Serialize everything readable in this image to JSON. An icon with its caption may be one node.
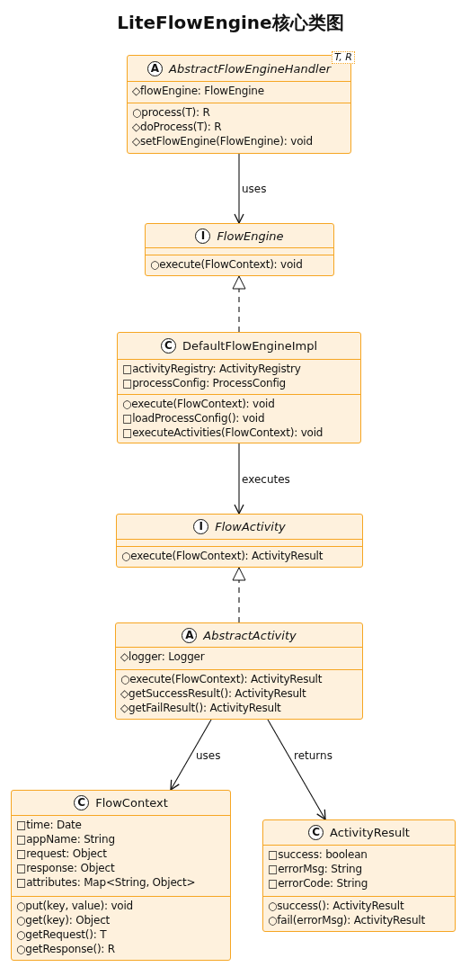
{
  "diagram": {
    "title": "LiteFlowEngine核心类图",
    "nodes": [
      {
        "text": [
          "A",
          "AbstractFlowEngineHandler"
        ],
        "beside": [
          "T, R"
        ]
      },
      {
        "text": [
          "◇flowEngine: FlowEngine"
        ],
        "in": 0
      },
      {
        "text": [
          "○process(T): R",
          "◇doProcess(T): R",
          "◇setFlowEngine(FlowEngine): void"
        ],
        "in": 0
      },
      {
        "text": [
          "I",
          "FlowEngine"
        ]
      },
      {
        "text": [],
        "shape": "box",
        "in": 3
      },
      {
        "text": [
          "○execute(FlowContext): void"
        ],
        "in": 3
      },
      {
        "text": [
          "C",
          "DefaultFlowEngineImpl"
        ]
      },
      {
        "text": [
          "□activityRegistry: ActivityRegistry",
          "□processConfig: ProcessConfig"
        ],
        "in": 6
      },
      {
        "text": [
          "○execute(FlowContext): void",
          "□loadProcessConfig(): void",
          "□executeActivities(FlowContext): void"
        ],
        "in": 6
      },
      {
        "text": [
          "I",
          "FlowActivity"
        ]
      },
      {
        "text": [],
        "shape": "box",
        "in": 9
      },
      {
        "text": [
          "○execute(FlowContext): ActivityResult"
        ],
        "in": 9
      },
      {
        "text": [
          "A",
          "AbstractActivity"
        ]
      },
      {
        "text": [
          "◇logger: Logger"
        ],
        "in": 12
      },
      {
        "text": [
          "○execute(FlowContext): ActivityResult",
          "◇getSuccessResult(): ActivityResult",
          "◇getFailResult(): ActivityResult"
        ],
        "in": 12
      },
      {
        "text": [
          "C",
          "FlowContext"
        ]
      },
      {
        "text": [
          "□time: Date",
          "□appName: String",
          "□request: Object",
          "□response: Object",
          "□attributes: Map<String, Object>"
        ],
        "in": 15
      },
      {
        "text": [
          "○put(key, value): void",
          "○get(key): Object",
          "○getRequest(): T",
          "○getResponse(): R"
        ],
        "in": 15
      },
      {
        "text": [
          "C",
          "ActivityResult"
        ]
      },
      {
        "text": [
          "□success: boolean",
          "□errorMsg: String",
          "□errorCode: String"
        ],
        "in": 18
      },
      {
        "text": [
          "○success(): ActivityResult",
          "○fail(errorMsg): ActivityResult"
        ],
        "in": 18
      }
    ],
    "edges": [
      {
        "from": 0,
        "to": 3,
        "arrow": "to",
        "label": "uses"
      },
      {
        "from": 6,
        "to": 3,
        "arrow": "to",
        "style": "dashed"
      },
      {
        "from": 6,
        "to": 9,
        "arrow": "to",
        "label": "executes"
      },
      {
        "from": 12,
        "to": 9,
        "arrow": "to",
        "style": "dashed"
      },
      {
        "from": 12,
        "to": 15,
        "arrow": "to",
        "label": "uses"
      },
      {
        "from": 12,
        "to": 18,
        "arrow": "to",
        "label": "returns"
      }
    ]
  }
}
